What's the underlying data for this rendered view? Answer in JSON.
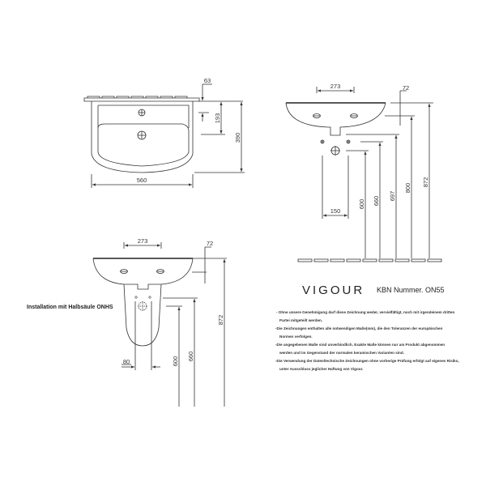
{
  "views": {
    "top_view": {
      "width": "560",
      "depth": "390",
      "drain_offset": "193",
      "tap_offset": "63"
    },
    "wall_view": {
      "tap_spacing": "273",
      "rim_height": "72",
      "supply_spacing": "150",
      "heights": [
        "600",
        "660",
        "697",
        "800",
        "872"
      ]
    },
    "pedestal_view": {
      "tap_spacing": "273",
      "rim_height": "72",
      "supply_spacing": "80",
      "heights": [
        "600",
        "660",
        "872"
      ],
      "caption": "Installation mit Halbsäule ONHS"
    }
  },
  "brand": {
    "name": "VIGOUR",
    "kbn": "KBN Nummer. ON55"
  },
  "notes": [
    "- Ohne unsere Genehmigung darf diese Zeichnung weder, vervielfältigt, noch mit irgendeinem dritten",
    "Partei mitgeteilt werden.",
    "-Die Zeichnungen enthalten alle notwendigen Maße(mm), die den Toleranzen der europäischen",
    "Normen verfolgen.",
    "-Die angegebenen Maße sind unverbindlich. Exakte Maße können nur am Produkt abgenommen",
    "werden und im Gegenstand der normalen keramischen Varianten  sind.",
    "-Die Verwendung der Daten/technische Zeichnungen ohne vorherige Prüfung erfolgt auf eigenes Risiko,",
    "unter Ausschluss jeglicher Haftung von Vigour."
  ]
}
